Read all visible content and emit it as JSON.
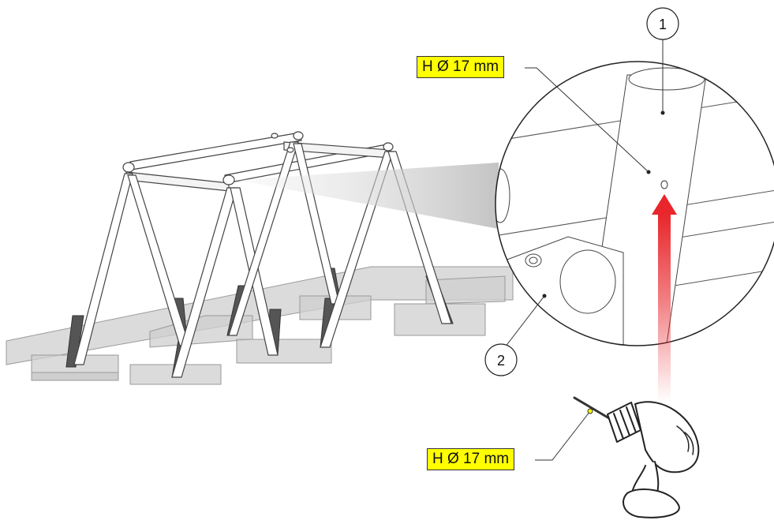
{
  "callouts": {
    "hole_label_top": "H Ø 17 mm",
    "hole_label_bottom": "H Ø 17 mm",
    "part_1": "1",
    "part_2": "2"
  },
  "colors": {
    "label_bg": "#ffff00",
    "arrow": "#e8262b",
    "line": "#333333",
    "slab_fill": "#c8c8c8"
  },
  "icons": [
    "swing-frame",
    "detail-magnifier",
    "drill-icon",
    "drill-bit"
  ]
}
